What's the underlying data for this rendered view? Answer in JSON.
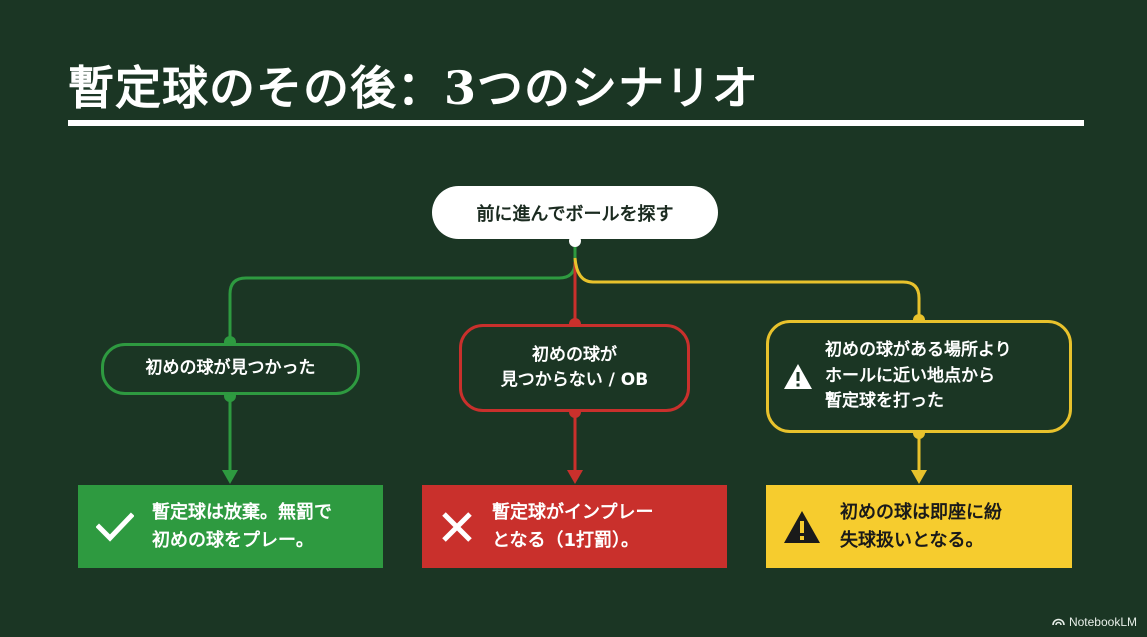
{
  "title": "暫定球のその後：3つのシナリオ",
  "start_node": "前に進んでボールを探す",
  "scenarios": [
    {
      "condition_lines": [
        "初めの球が見つかった"
      ],
      "result_lines": [
        "暫定球は放棄。無罰で",
        "初めの球をプレー。"
      ],
      "result_icon": "check-icon",
      "color": "#2e9a40"
    },
    {
      "condition_lines": [
        "初めの球が",
        "見つからない / OB"
      ],
      "result_lines": [
        "暫定球がインプレー",
        "となる（1打罰）。"
      ],
      "result_icon": "cross-icon",
      "color": "#c9302c"
    },
    {
      "condition_lines": [
        "初めの球がある場所より",
        "ホールに近い地点から",
        "暫定球を打った"
      ],
      "condition_icon": "warning-icon",
      "result_lines": [
        "初めの球は即座に紛",
        "失球扱いとなる。"
      ],
      "result_icon": "warning-icon",
      "color": "#f6cc2e"
    }
  ],
  "branding": "NotebookLM",
  "colors": {
    "background": "#1b3624",
    "green": "#2e9a40",
    "red": "#c9302c",
    "yellow": "#f6cc2e"
  }
}
